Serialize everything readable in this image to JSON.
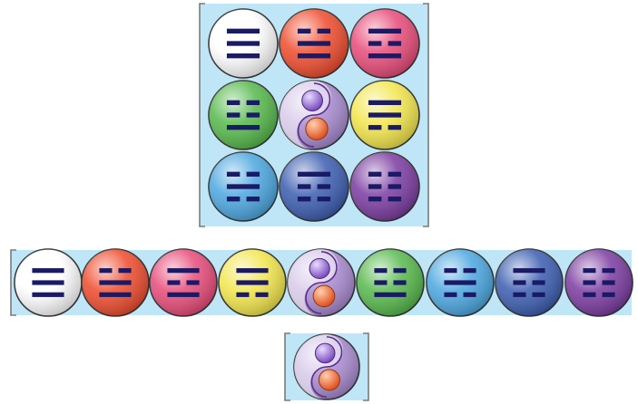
{
  "colors": {
    "panel_fill": "#bfe6f7",
    "bracket": "#7a7a7a",
    "line": "#1a1a66",
    "qian": "#ffffff",
    "dui": "#ef4a2c",
    "li": "#e84a78",
    "zhen": "#55b84a",
    "xun": "#f2e64a",
    "kan": "#4aa6e0",
    "gen": "#3a5cb0",
    "kun": "#7a3aa0",
    "taiji": "#a88ad0"
  },
  "grid": [
    [
      "qian",
      "dui",
      "li"
    ],
    [
      "zhen",
      "taiji",
      "xun"
    ],
    [
      "kan",
      "gen",
      "kun"
    ]
  ],
  "row": [
    "qian",
    "dui",
    "li",
    "xun",
    "taiji",
    "zhen",
    "kan",
    "gen",
    "kun"
  ],
  "single": [
    "taiji"
  ],
  "trigrams": {
    "qian": [
      1,
      1,
      1
    ],
    "dui": [
      0,
      1,
      1
    ],
    "li": [
      1,
      0,
      1
    ],
    "zhen": [
      0,
      0,
      1
    ],
    "xun": [
      1,
      1,
      0
    ],
    "kan": [
      0,
      1,
      0
    ],
    "gen": [
      1,
      0,
      0
    ],
    "kun": [
      0,
      0,
      0
    ]
  }
}
